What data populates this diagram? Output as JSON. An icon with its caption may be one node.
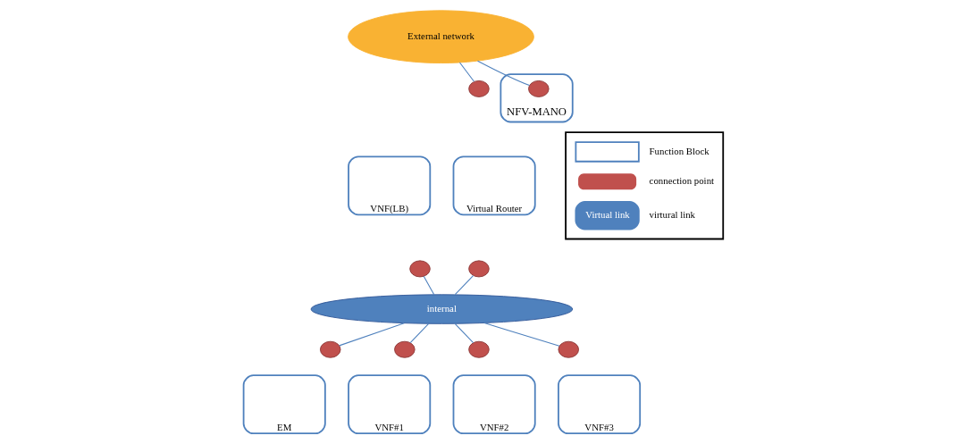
{
  "diagram": {
    "nodes": [
      {
        "text": [
          "External network"
        ]
      },
      {
        "text": [
          "VNF(LB)"
        ]
      },
      {
        "text": [],
        "shape": "circle"
      },
      {
        "text": [
          "Virtual Router"
        ]
      },
      {
        "text": [],
        "shape": "circle"
      },
      {
        "text": [],
        "shape": "circle"
      },
      {
        "text": [
          "NFV-MANO"
        ]
      },
      {
        "text": [],
        "shape": "circle",
        "in": 6
      },
      {
        "text": [
          "internal"
        ]
      },
      {
        "text": [
          "EM"
        ]
      },
      {
        "text": [],
        "shape": "circle"
      },
      {
        "text": [
          "VNF#1"
        ]
      },
      {
        "text": [],
        "shape": "circle"
      },
      {
        "text": [
          "VNF#2"
        ]
      },
      {
        "text": [],
        "shape": "circle"
      },
      {
        "text": [
          "VNF#3"
        ]
      },
      {
        "text": [],
        "shape": "circle"
      }
    ],
    "edges": [
      {
        "from": 0,
        "to": 4,
        "arrow": "none"
      },
      {
        "from": 7,
        "to": 0,
        "arrow": "none"
      },
      {
        "from": 2,
        "to": 8,
        "arrow": "none"
      },
      {
        "from": 5,
        "to": 8,
        "arrow": "none"
      },
      {
        "from": 8,
        "to": 10,
        "arrow": "none"
      },
      {
        "from": 8,
        "to": 12,
        "arrow": "none"
      },
      {
        "from": 8,
        "to": 14,
        "arrow": "none"
      },
      {
        "from": 8,
        "to": 16,
        "arrow": "none"
      }
    ],
    "labels": [
      "Virtual link"
    ],
    "legend": [
      {
        "text": "Function Block"
      },
      {
        "text": "connection point"
      },
      {
        "text": "virtural link"
      }
    ]
  }
}
